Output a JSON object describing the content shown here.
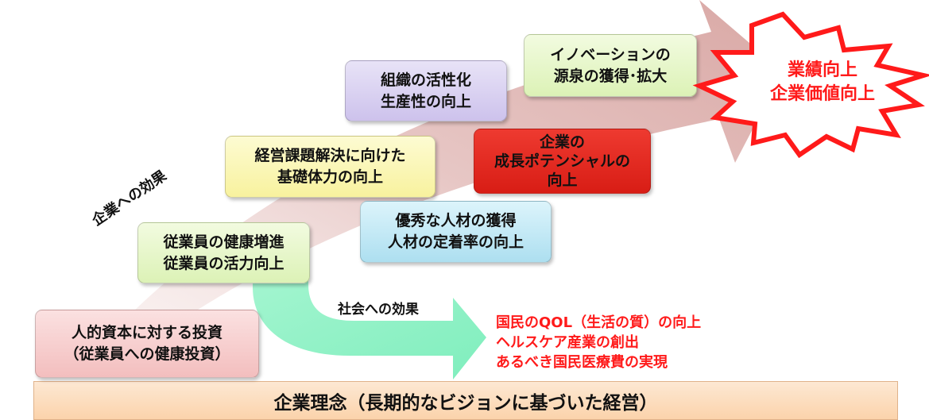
{
  "colors": {
    "pink_box": "#f8d2d2",
    "green_box": "#e6f7c6",
    "yellow_box": "#fbf7b8",
    "purple_box": "#d8d0f0",
    "blue_box": "#c4ecf6",
    "red_box": "#e42a22",
    "foundation": "#fde2c6",
    "society_arrow": "#8df2c4",
    "big_arrow": "#e8c9c7",
    "text_red": "#ff1a1a"
  },
  "investment": {
    "line1": "人的資本に対する投資",
    "line2": "（従業員への健康投資）"
  },
  "employee_health": {
    "line1": "従業員の健康増進",
    "line2": "従業員の活力向上"
  },
  "basic_strength": {
    "line1": "経営課題解決に向けた",
    "line2": "基礎体力の向上"
  },
  "organization": {
    "line1": "組織の活性化",
    "line2": "生産性の向上"
  },
  "innovation": {
    "line1": "イノベーションの",
    "line2": "源泉の獲得･拡大"
  },
  "talent": {
    "line1": "優秀な人材の獲得",
    "line2": "人材の定着率の向上"
  },
  "growth_potential": {
    "line1": "企業の",
    "line2": "成長ポテンシャルの",
    "line3": "向上"
  },
  "result_burst": {
    "line1": "業績向上",
    "line2": "企業価値向上"
  },
  "company_effect_label": "企業への効果",
  "society_effect_label": "社会への効果",
  "society_outcomes": [
    "国民のQOL（生活の質）の向上",
    "ヘルスケア産業の創出",
    "あるべき国民医療費の実現"
  ],
  "foundation_text": "企業理念（長期的なビジョンに基づいた経営）"
}
